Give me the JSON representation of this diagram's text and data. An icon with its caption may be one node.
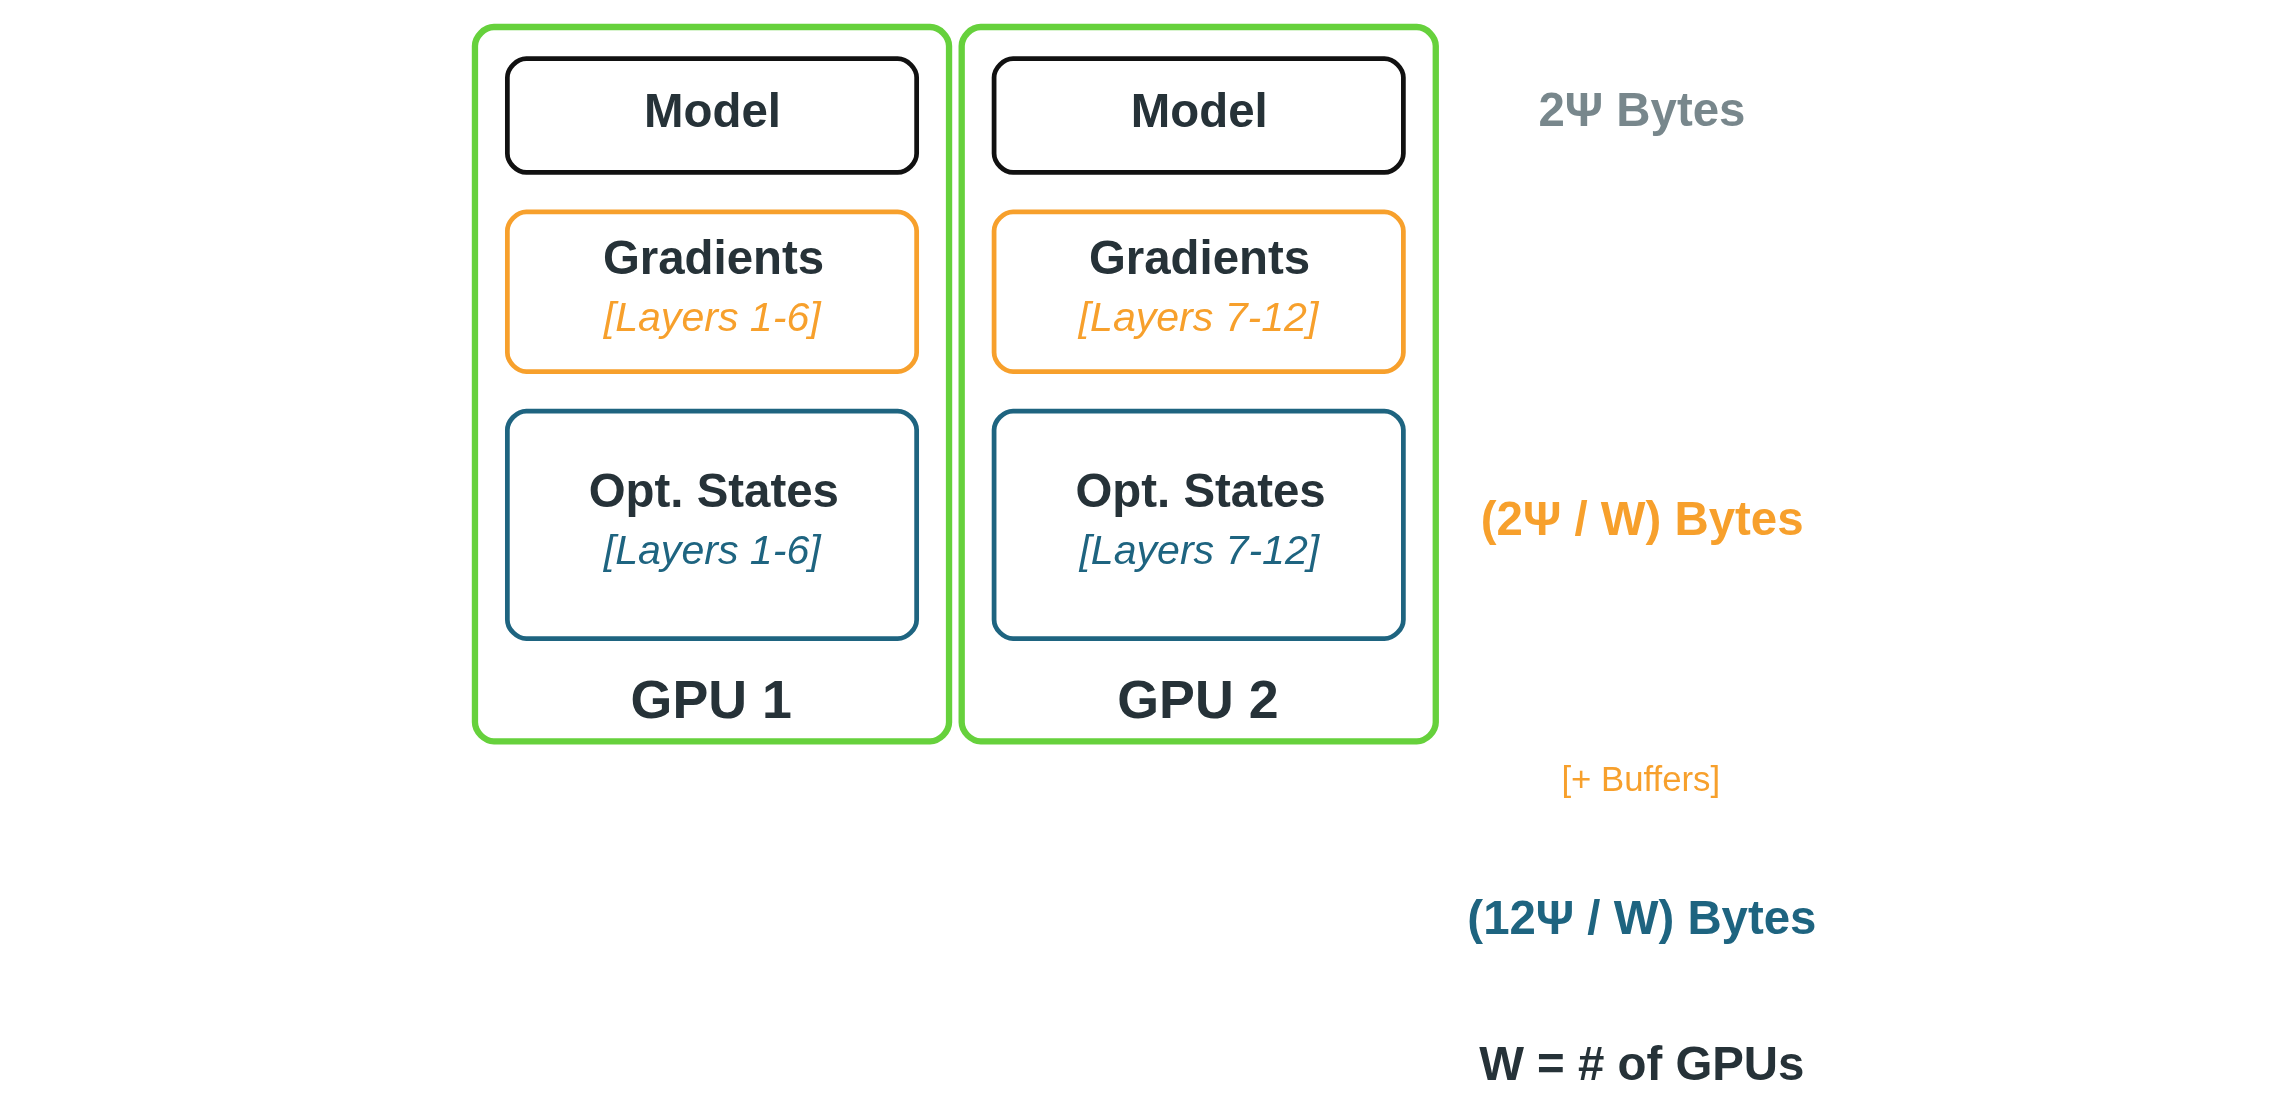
{
  "diagram": {
    "nodes": [
      {
        "text": [
          "GPU 1"
        ]
      },
      {
        "text": [
          "Model"
        ],
        "in": 0
      },
      {
        "text": [
          "Gradients",
          "[Layers 1-6]"
        ],
        "in": 0
      },
      {
        "text": [
          "Opt. States",
          "[Layers 1-6]"
        ],
        "in": 0
      },
      {
        "text": [
          "GPU 2"
        ]
      },
      {
        "text": [
          "Model"
        ],
        "in": 4
      },
      {
        "text": [
          "Gradients",
          "[Layers 7-12]"
        ],
        "in": 4
      },
      {
        "text": [
          "Opt. States",
          "[Layers 7-12]"
        ],
        "in": 4
      }
    ],
    "edges": [],
    "labels": [
      "2Ψ Bytes",
      "(2Ψ / W) Bytes",
      "[+ Buffers]",
      "(12Ψ / W) Bytes",
      "W = # of GPUs"
    ]
  }
}
